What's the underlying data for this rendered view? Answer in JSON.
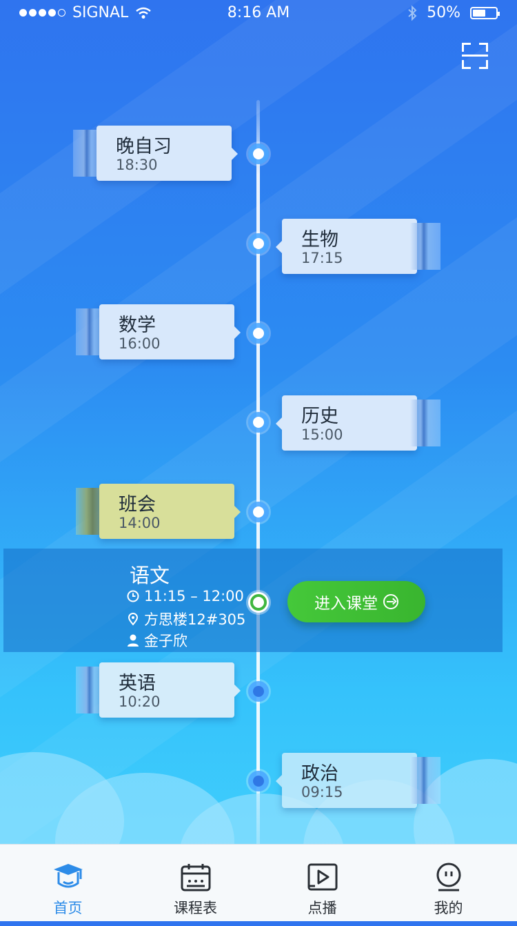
{
  "status_bar": {
    "signal": "SIGNAL",
    "time": "8:16 AM",
    "battery": "50%"
  },
  "timeline": [
    {
      "title": "晚自习",
      "time": "18:30"
    },
    {
      "title": "生物",
      "time": "17:15"
    },
    {
      "title": "数学",
      "time": "16:00"
    },
    {
      "title": "历史",
      "time": "15:00"
    },
    {
      "title": "班会",
      "time": "14:00"
    },
    {
      "title": "英语",
      "time": "10:20"
    },
    {
      "title": "政治",
      "time": "09:15"
    }
  ],
  "current": {
    "title": "语文",
    "time_range": "11:15 – 12:00",
    "location": "方思楼12#305",
    "teacher": "金子欣",
    "enter_label": "进入课堂"
  },
  "tabs": [
    {
      "label": "首页",
      "icon": "graduation-cap-icon"
    },
    {
      "label": "课程表",
      "icon": "calendar-icon"
    },
    {
      "label": "点播",
      "icon": "play-icon"
    },
    {
      "label": "我的",
      "icon": "profile-face-icon"
    }
  ],
  "colors": {
    "accent": "#2d8ce8",
    "enter_button": "#3fbf34",
    "highlight_card": "#d8df9a"
  }
}
